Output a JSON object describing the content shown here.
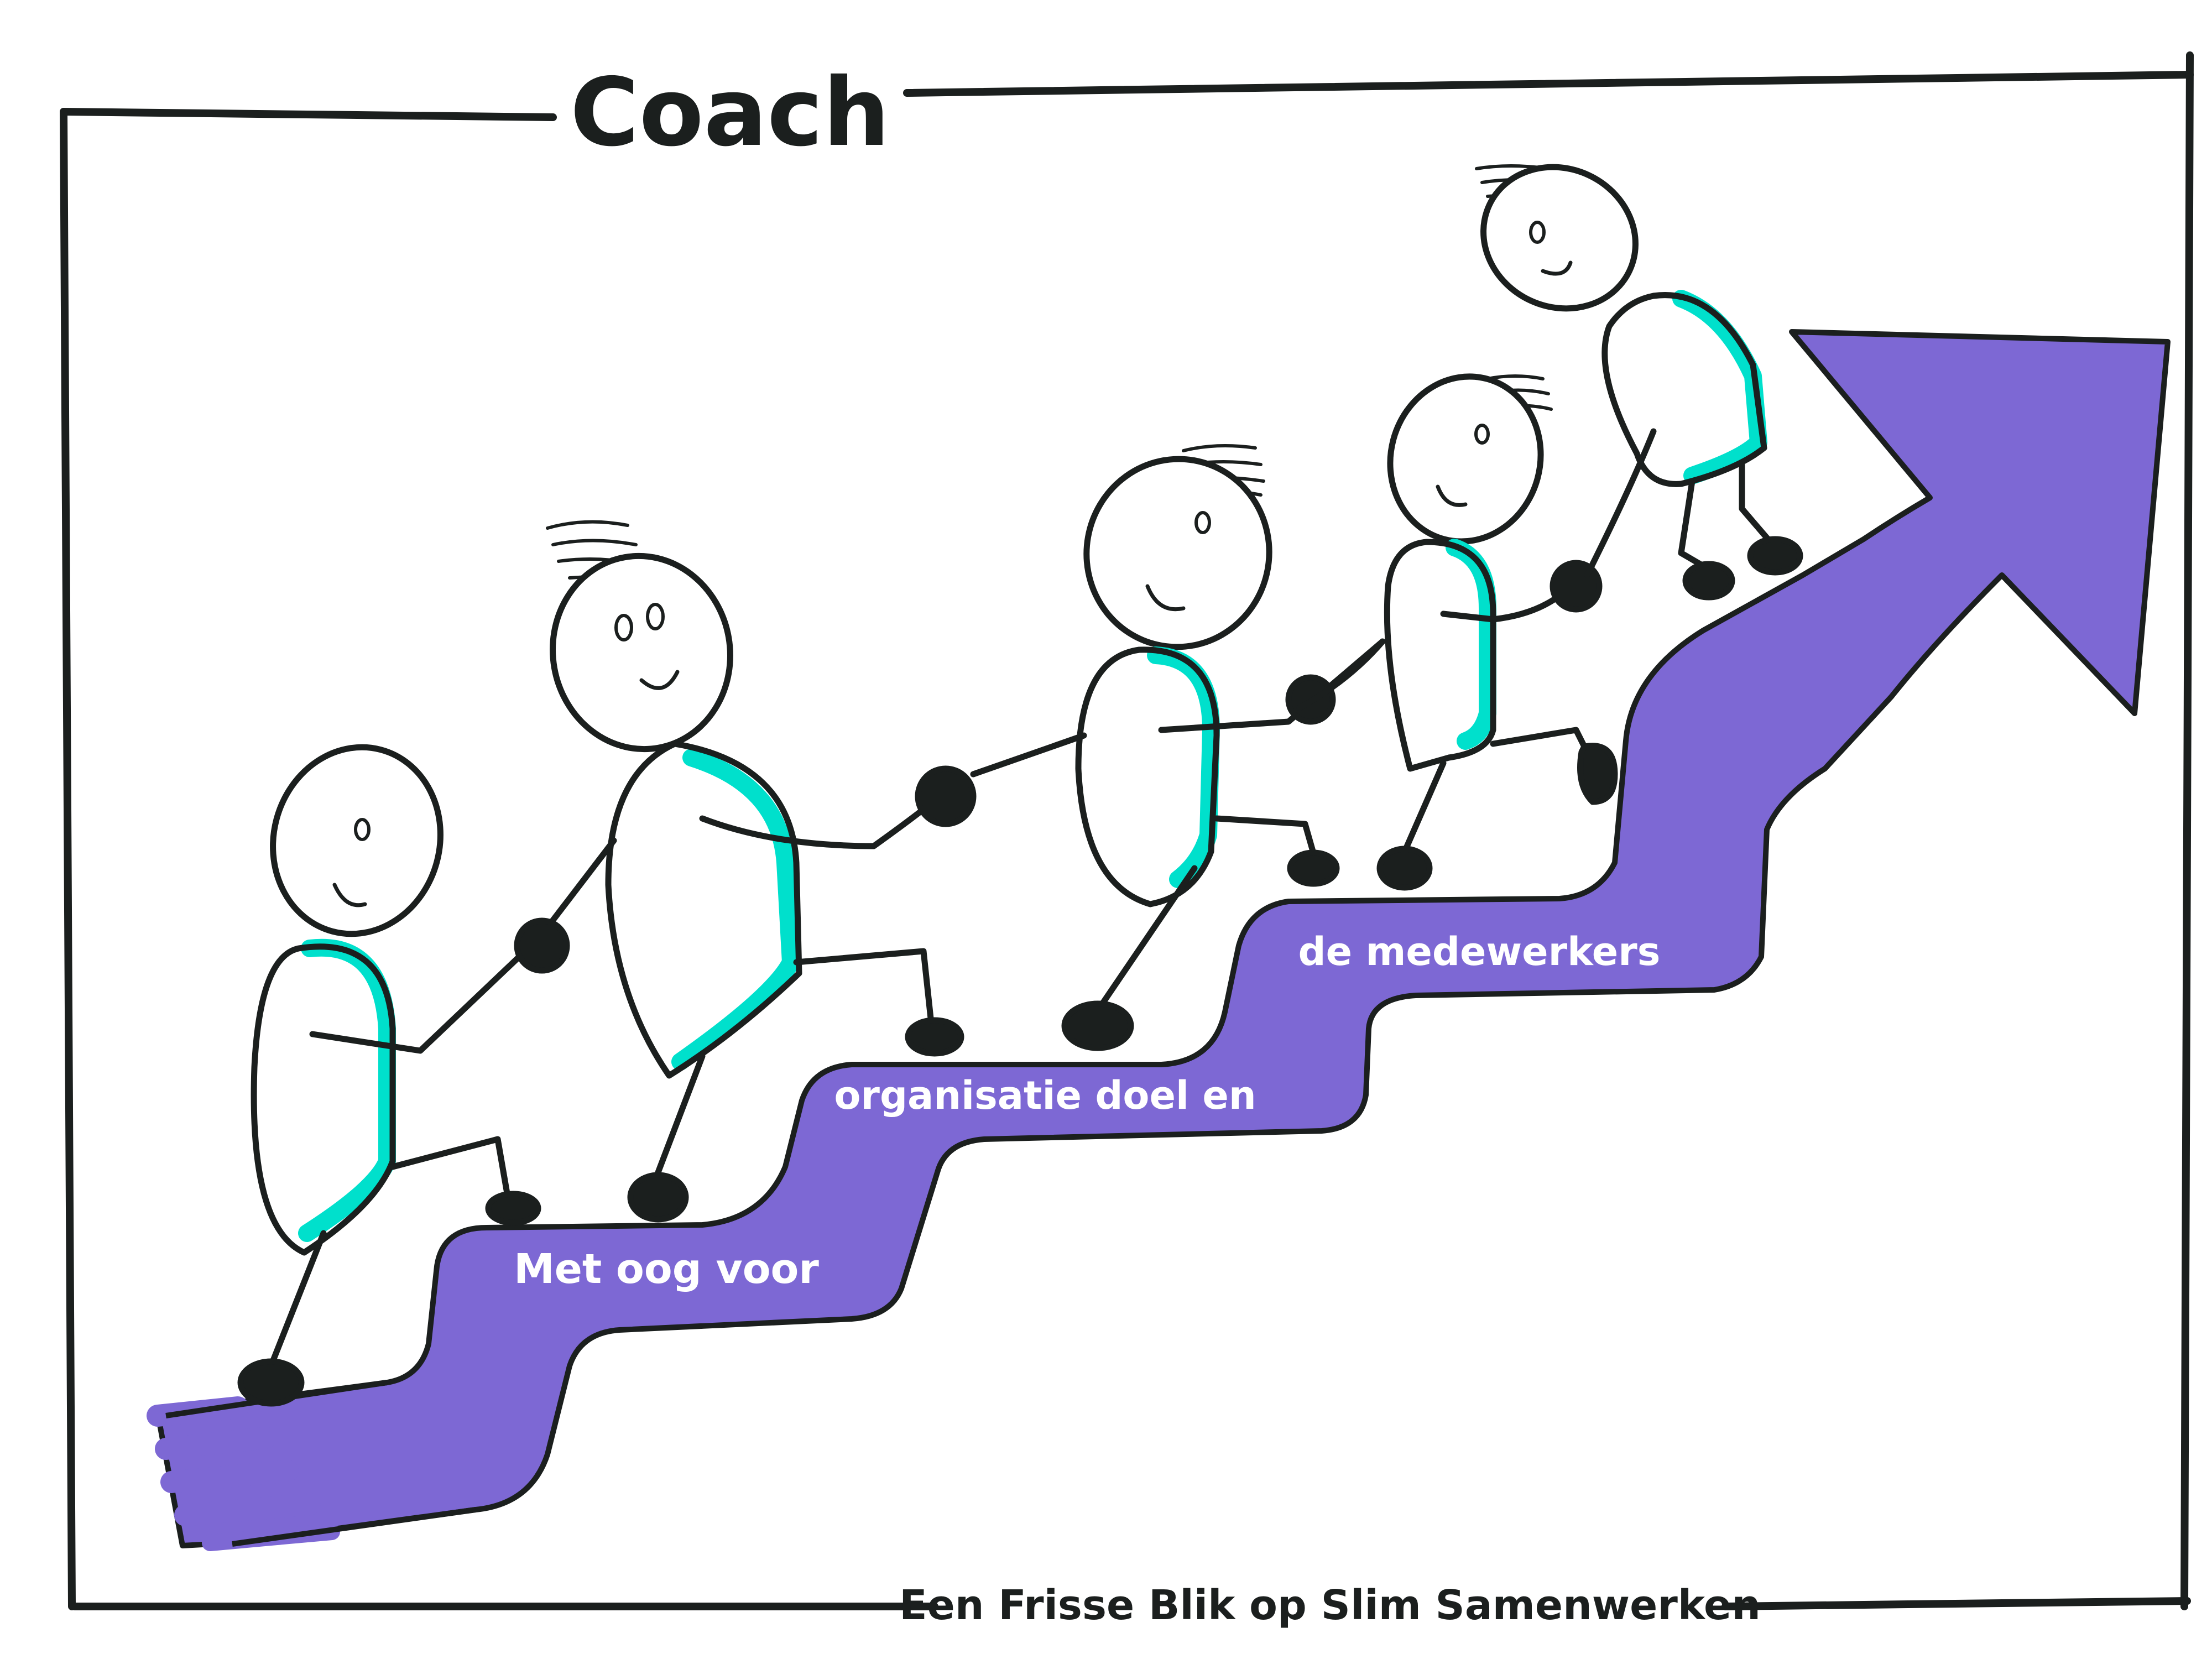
{
  "title": "Coach",
  "footer": "Een Frisse Blik op Slim Samenwerken",
  "steps": [
    {
      "label": "Met oog voor"
    },
    {
      "label": "organisatie doel en"
    },
    {
      "label": "de medewerkers"
    }
  ],
  "colors": {
    "ink": "#1b1f1e",
    "stair": "#7d68d4",
    "accent": "#00e0cc",
    "label": "#ffffff",
    "background": "#ffffff"
  },
  "figures": [
    {
      "name": "figure-1"
    },
    {
      "name": "figure-2"
    },
    {
      "name": "figure-3"
    },
    {
      "name": "figure-4"
    },
    {
      "name": "figure-5"
    }
  ]
}
